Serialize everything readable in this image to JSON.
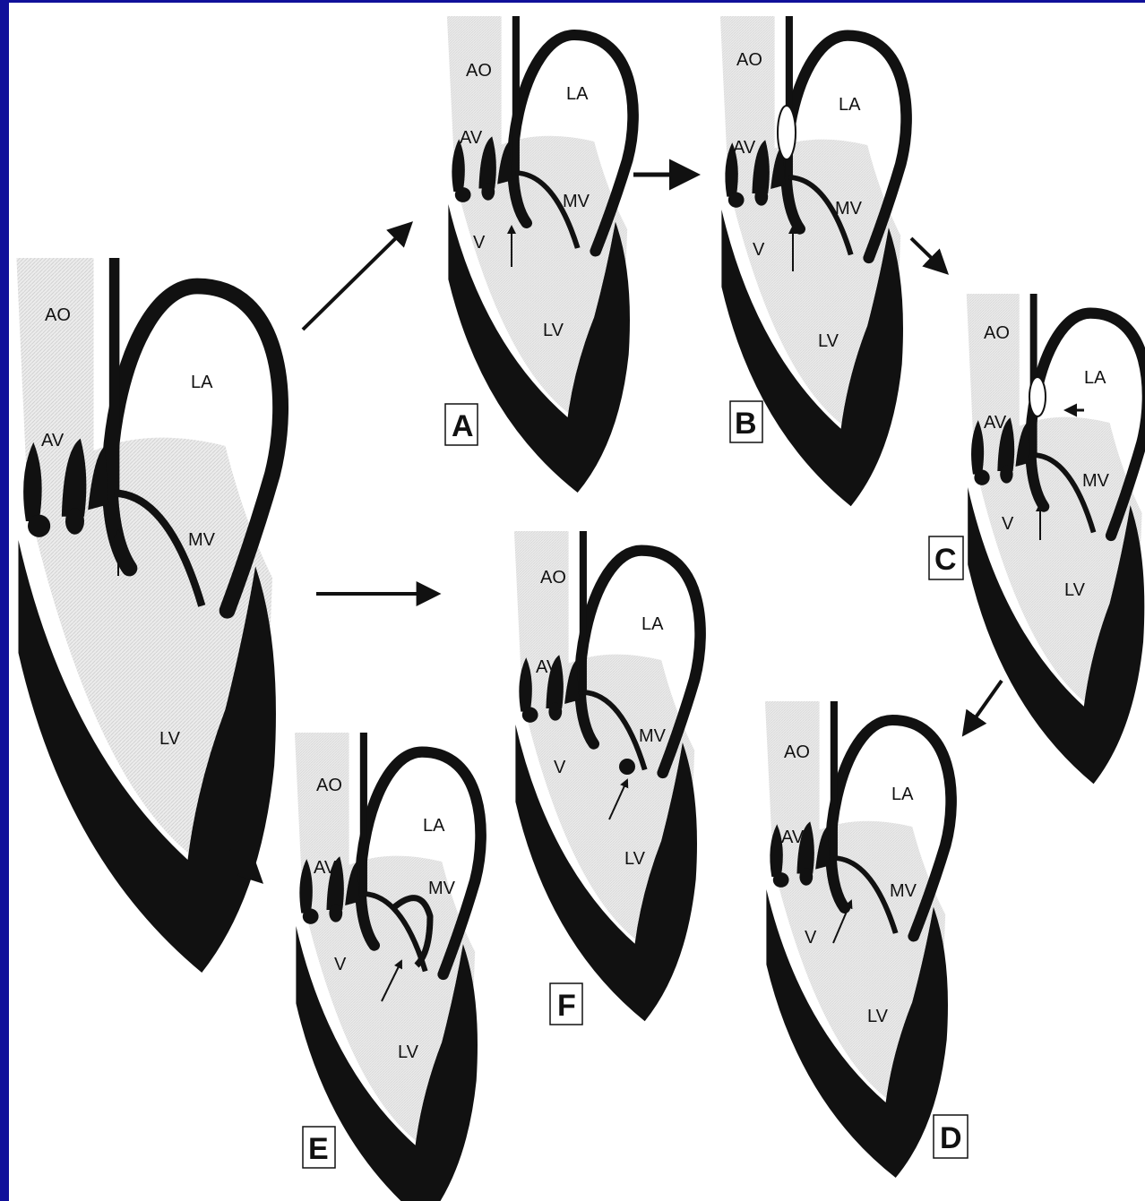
{
  "colors": {
    "slide_border": "#10109a",
    "page": "#ffffff",
    "ink": "#111111",
    "chamber_fill": "#e8e8e8"
  },
  "structure_labels": {
    "aorta": "AO",
    "left_atrium": "LA",
    "aortic_valve": "AV",
    "mitral_valve": "MV",
    "left_ventricle": "LV",
    "ventricle_short": "V"
  },
  "panel_captions": [
    "A",
    "B",
    "C",
    "D",
    "E",
    "F"
  ],
  "main_heart": {
    "labels": [
      "AO",
      "LA",
      "AV",
      "MV",
      "LV"
    ]
  }
}
